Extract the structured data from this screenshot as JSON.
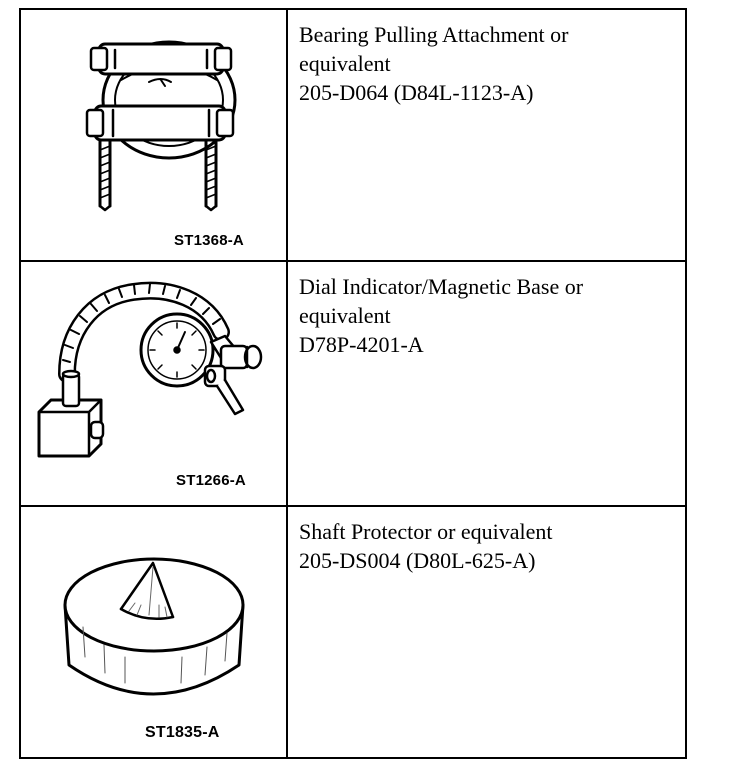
{
  "tools": [
    {
      "code": "ST1368-A",
      "illustration": "bearing-puller-icon",
      "lines": [
        "Bearing Pulling Attachment or",
        "equivalent",
        "205-D064 (D84L-1123-A)"
      ]
    },
    {
      "code": "ST1266-A",
      "illustration": "dial-indicator-icon",
      "lines": [
        "Dial Indicator/Magnetic Base or",
        "equivalent",
        "D78P-4201-A"
      ]
    },
    {
      "code": "ST1835-A",
      "illustration": "shaft-protector-icon",
      "lines": [
        "Shaft Protector or equivalent",
        "205-DS004 (D80L-625-A)"
      ]
    }
  ]
}
